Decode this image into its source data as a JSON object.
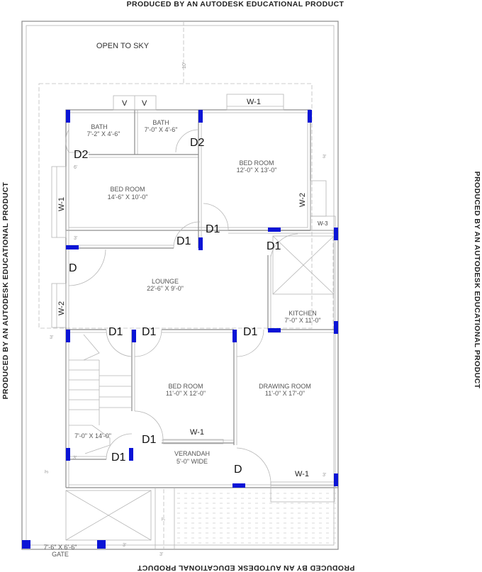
{
  "watermark": {
    "top": "PRODUCED BY AN AUTODESK EDUCATIONAL PRODUCT",
    "bottom": "PRODUCED BY AN AUTODESK EDUCATIONAL PRODUCT",
    "left": "PRODUCED BY AN AUTODESK EDUCATIONAL PRODUCT",
    "right": "PRODUCED BY AN AUTODESK EDUCATIONAL PRODUCT"
  },
  "open_area": "OPEN TO SKY",
  "rooms": {
    "bath1": {
      "name": "BATH",
      "size": "7'-2\" X 4'-6\""
    },
    "bath2": {
      "name": "BATH",
      "size": "7'-0\" X 4'-6\""
    },
    "bedroom_ne": {
      "name": "BED ROOM",
      "size": "12'-0\" X 13'-0\""
    },
    "bedroom_nw": {
      "name": "BED ROOM",
      "size": "14'-6\" X 10'-0\""
    },
    "lounge": {
      "name": "LOUNGE",
      "size": "22'-6\" X 9'-0\""
    },
    "kitchen": {
      "name": "KITCHEN",
      "size": "7'-0\" X 11'-0\""
    },
    "bedroom_s": {
      "name": "BED ROOM",
      "size": "11'-0\" X 12'-0\""
    },
    "drawing": {
      "name": "DRAWING ROOM",
      "size": "11'-0\" X 17'-0\""
    },
    "stair": {
      "size": "7'-0\" X 14'-0\""
    },
    "verandah": {
      "name": "VERANDAH",
      "size": "5'-0\" WIDE"
    },
    "gate": {
      "size": "7'-6\" X 6'-6\"",
      "name": "GATE"
    }
  },
  "door_labels": {
    "d2_a": "D2",
    "d2_b": "D2",
    "d1_a": "D1",
    "d1_b": "D1",
    "d1_c": "D1",
    "d_a": "D",
    "d1_d": "D1",
    "d1_e": "D1",
    "d1_f": "D1",
    "d1_g": "D1",
    "d1_h": "D1",
    "d_b": "D"
  },
  "window_labels": {
    "v1": "V",
    "v2": "V",
    "w1_top": "W-1",
    "w1_left": "W-1",
    "w2_right": "W-2",
    "w3": "W-3",
    "w2_left": "W-2",
    "w1_bed": "W-1",
    "w1_draw": "W-1"
  },
  "dimensions": {
    "d10": "10'",
    "d3a": "3'",
    "d6": "6'",
    "d3b": "3'",
    "d3c": "3'",
    "d3d": "3'",
    "d7": "7'",
    "d3e": "3'",
    "d3f": "3'",
    "d3g": "3'",
    "d3h": "3'"
  },
  "colors": {
    "column": "#0a14d6",
    "wall": "#8a8a8a"
  }
}
